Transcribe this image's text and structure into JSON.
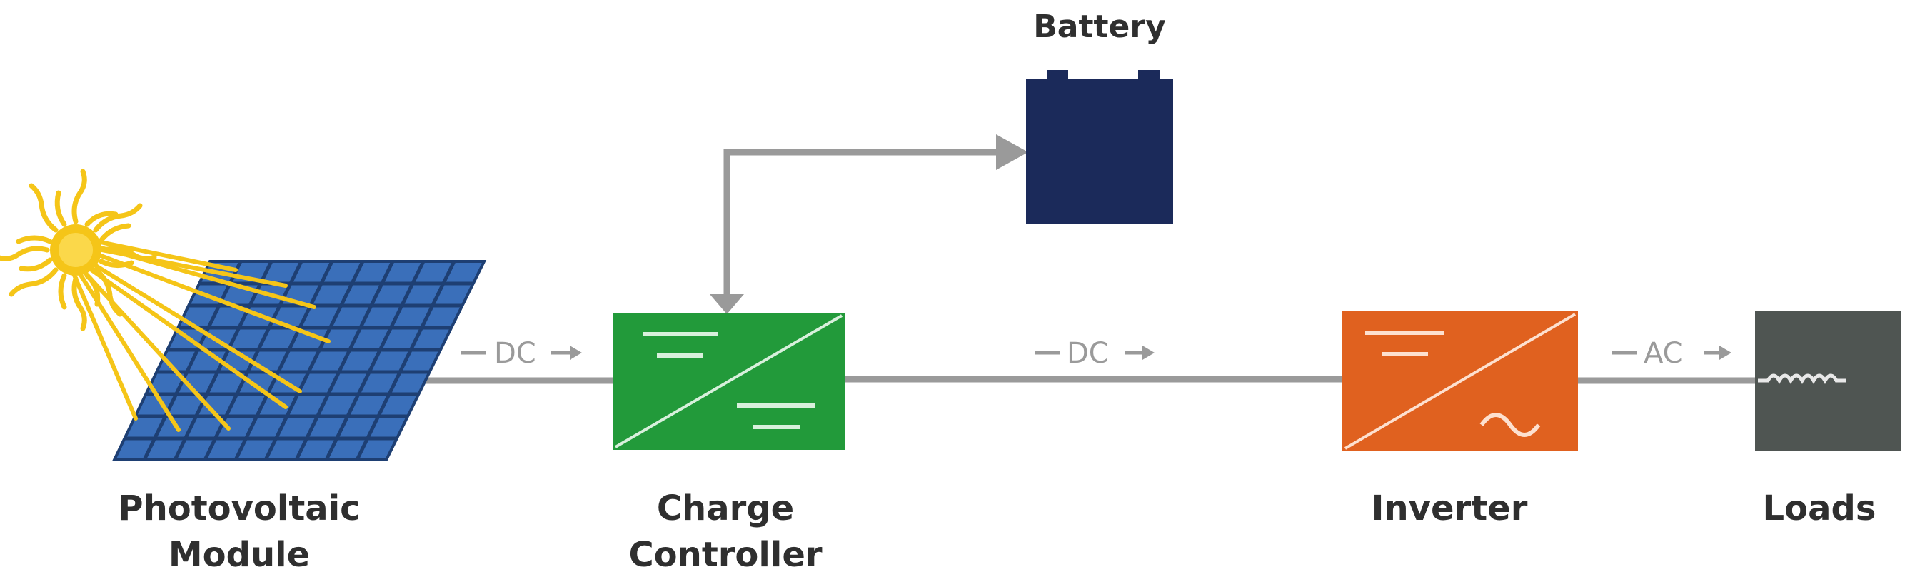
{
  "nodes": {
    "battery": {
      "label": "Battery",
      "color": "#1b2a5a"
    },
    "pv_module": {
      "label_line1": "Photovoltaic",
      "label_line2": "Module",
      "panel_color": "#3a6fba",
      "sun_color": "#f5c518"
    },
    "charge_controller": {
      "label_line1": "Charge",
      "label_line2": "Controller",
      "color": "#229a3a"
    },
    "inverter": {
      "label": "Inverter",
      "color": "#e0611f"
    },
    "loads": {
      "label": "Loads",
      "color": "#4f5552"
    }
  },
  "flows": {
    "pv_to_controller": "DC",
    "controller_to_inverter": "DC",
    "inverter_to_loads": "AC"
  },
  "colors": {
    "connector": "#9a9a9a",
    "label_text": "#2f2f2f"
  }
}
